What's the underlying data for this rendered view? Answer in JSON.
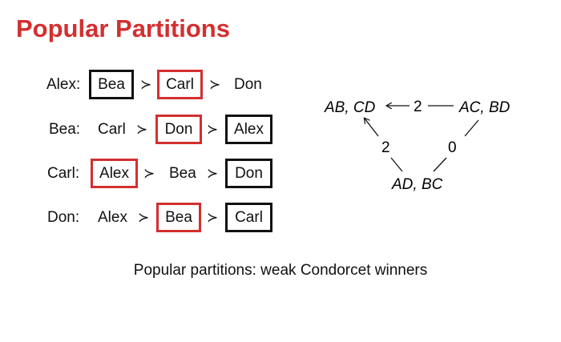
{
  "title": "Popular Partitions",
  "preference_rows": [
    {
      "agent": "Alex:",
      "first": "Bea",
      "second": "Carl",
      "third": "Don"
    },
    {
      "agent": "Bea:",
      "first": "Carl",
      "second": "Don",
      "third": "Alex"
    },
    {
      "agent": "Carl:",
      "first": "Alex",
      "second": "Bea",
      "third": "Don"
    },
    {
      "agent": "Don:",
      "first": "Alex",
      "second": "Bea",
      "third": "Carl"
    }
  ],
  "prec_symbol": "≻",
  "graph": {
    "nodes": {
      "ab_cd": "AB, CD",
      "ac_bd": "AC, BD",
      "ad_bc": "AD, BC"
    },
    "edges": {
      "top": "2",
      "left": "2",
      "right": "0"
    }
  },
  "caption": "Popular partitions: weak Condorcet winners",
  "colors": {
    "title": "#d32f2f",
    "red_box": "#d32f2f",
    "black_box": "#111111"
  }
}
